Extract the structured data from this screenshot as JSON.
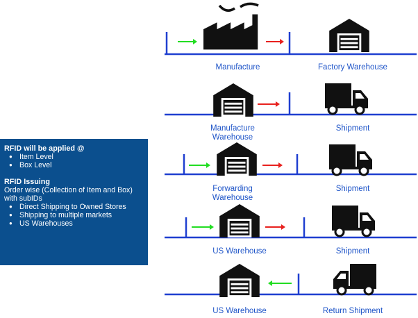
{
  "info_box": {
    "heading1": "RFID will be applied @",
    "levels": [
      "Item Level",
      "Box Level"
    ],
    "heading2": "RFID Issuing",
    "description": "Order wise (Collection of Item and Box) with subIDs",
    "items": [
      "Direct Shipping to Owned Stores",
      "Shipping to multiple markets",
      "US Warehouses"
    ]
  },
  "rows": [
    {
      "left_label": "Manufacture",
      "right_label": "Factory Warehouse"
    },
    {
      "left_label": "Manufacture\nWarehouse",
      "right_label": "Shipment"
    },
    {
      "left_label": "Forwarding\nWarehouse",
      "right_label": "Shipment"
    },
    {
      "left_label": "US Warehouse",
      "right_label": "Shipment"
    },
    {
      "left_label": "US Warehouse",
      "right_label": "Return Shipment"
    }
  ],
  "colors": {
    "line": "#1f3fd0",
    "label": "#1f55c8",
    "arrow_in": "#22dd22",
    "arrow_out": "#e8211e",
    "icon": "#111111",
    "panel": "#0b4f8e"
  },
  "icons": [
    "factory-icon",
    "warehouse-icon",
    "delivery-truck-icon"
  ]
}
